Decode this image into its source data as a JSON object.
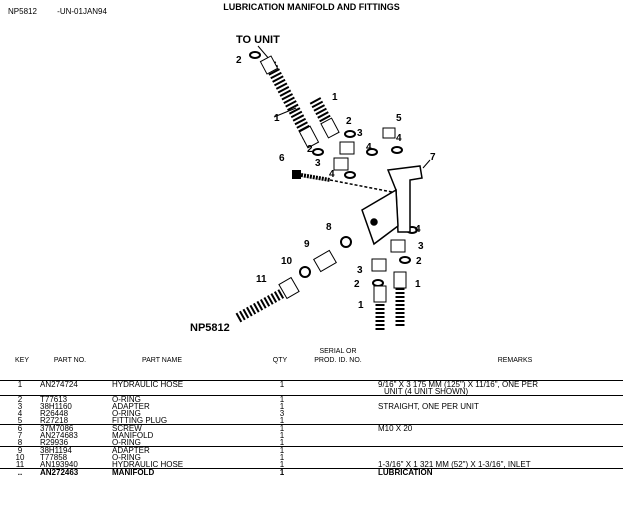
{
  "header": {
    "doc_code": "NP5812",
    "date_code": "-UN-01JAN94",
    "title": "LUBRICATION MANIFOLD AND FITTINGS"
  },
  "illustration": {
    "caption_top": "TO UNIT",
    "figure_code": "NP5812",
    "callouts": [
      "1",
      "2",
      "3",
      "4",
      "5",
      "6",
      "7",
      "8",
      "9",
      "10",
      "11"
    ]
  },
  "columns": {
    "key": "KEY",
    "part_no": "PART NO.",
    "part_name": "PART NAME",
    "qty": "QTY",
    "serial_line1": "SERIAL OR",
    "serial_line2": "PROD. ID. NO.",
    "remarks": "REMARKS"
  },
  "rows": [
    {
      "key": "1",
      "part_no": "AN274724",
      "name": "HYDRAULIC HOSE",
      "qty": "1",
      "remarks": "9/16\" X 3 175 MM (125\") X 11/16\", ONE PER",
      "remarks2": "UNIT (4 UNIT SHOWN)"
    },
    {
      "key": "2",
      "part_no": "T77613",
      "name": "O-RING",
      "qty": "1",
      "remarks": ""
    },
    {
      "key": "3",
      "part_no": "38H1160",
      "name": "ADAPTER",
      "qty": "1",
      "remarks": "STRAIGHT, ONE PER UNIT"
    },
    {
      "key": "4",
      "part_no": "R26448",
      "name": "O-RING",
      "qty": "3",
      "remarks": ""
    },
    {
      "key": "5",
      "part_no": "R27218",
      "name": "FITTING PLUG",
      "qty": "1",
      "remarks": ""
    },
    {
      "key": "6",
      "part_no": "37M7086",
      "name": "SCREW",
      "qty": "1",
      "remarks": "M10 X 20"
    },
    {
      "key": "7",
      "part_no": "AN274683",
      "name": "MANIFOLD",
      "qty": "1",
      "remarks": ""
    },
    {
      "key": "8",
      "part_no": "R29936",
      "name": "O-RING",
      "qty": "1",
      "remarks": ""
    },
    {
      "key": "9",
      "part_no": "38H1194",
      "name": "ADAPTER",
      "qty": "1",
      "remarks": ""
    },
    {
      "key": "10",
      "part_no": "T77858",
      "name": "O-RING",
      "qty": "1",
      "remarks": ""
    },
    {
      "key": "11",
      "part_no": "AN193940",
      "name": "HYDRAULIC HOSE",
      "qty": "1",
      "remarks": "1-3/16\" X 1 321 MM (52\") X 1-3/16\", INLET"
    },
    {
      "key": "..",
      "part_no": "AN272463",
      "name": "MANIFOLD",
      "qty": "1",
      "remarks": "LUBRICATION"
    }
  ]
}
